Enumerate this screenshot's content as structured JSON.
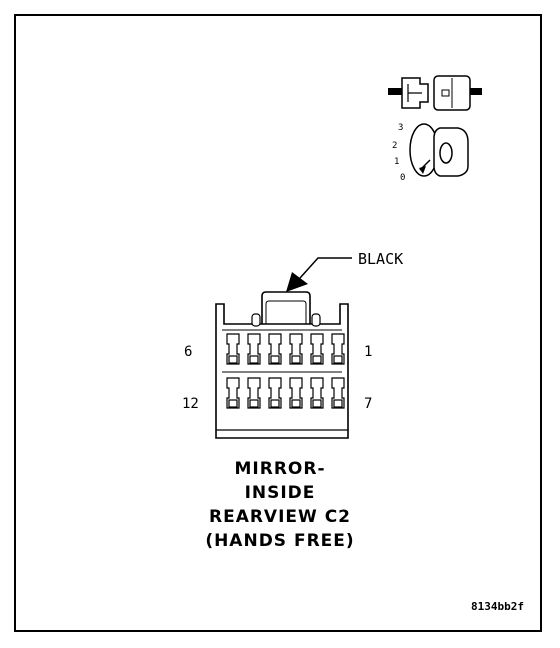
{
  "connector": {
    "color_label": "BLACK",
    "pin_labels": {
      "top_left": "6",
      "top_right": "1",
      "bottom_left": "12",
      "bottom_right": "7"
    },
    "rows": 2,
    "cols": 6
  },
  "key_view": {
    "positions": [
      "3",
      "2",
      "1",
      "0"
    ]
  },
  "title": {
    "line1": "MIRROR-",
    "line2": "INSIDE",
    "line3": "REARVIEW C2",
    "line4": "(HANDS FREE)"
  },
  "figure_id": "8134bb2f"
}
